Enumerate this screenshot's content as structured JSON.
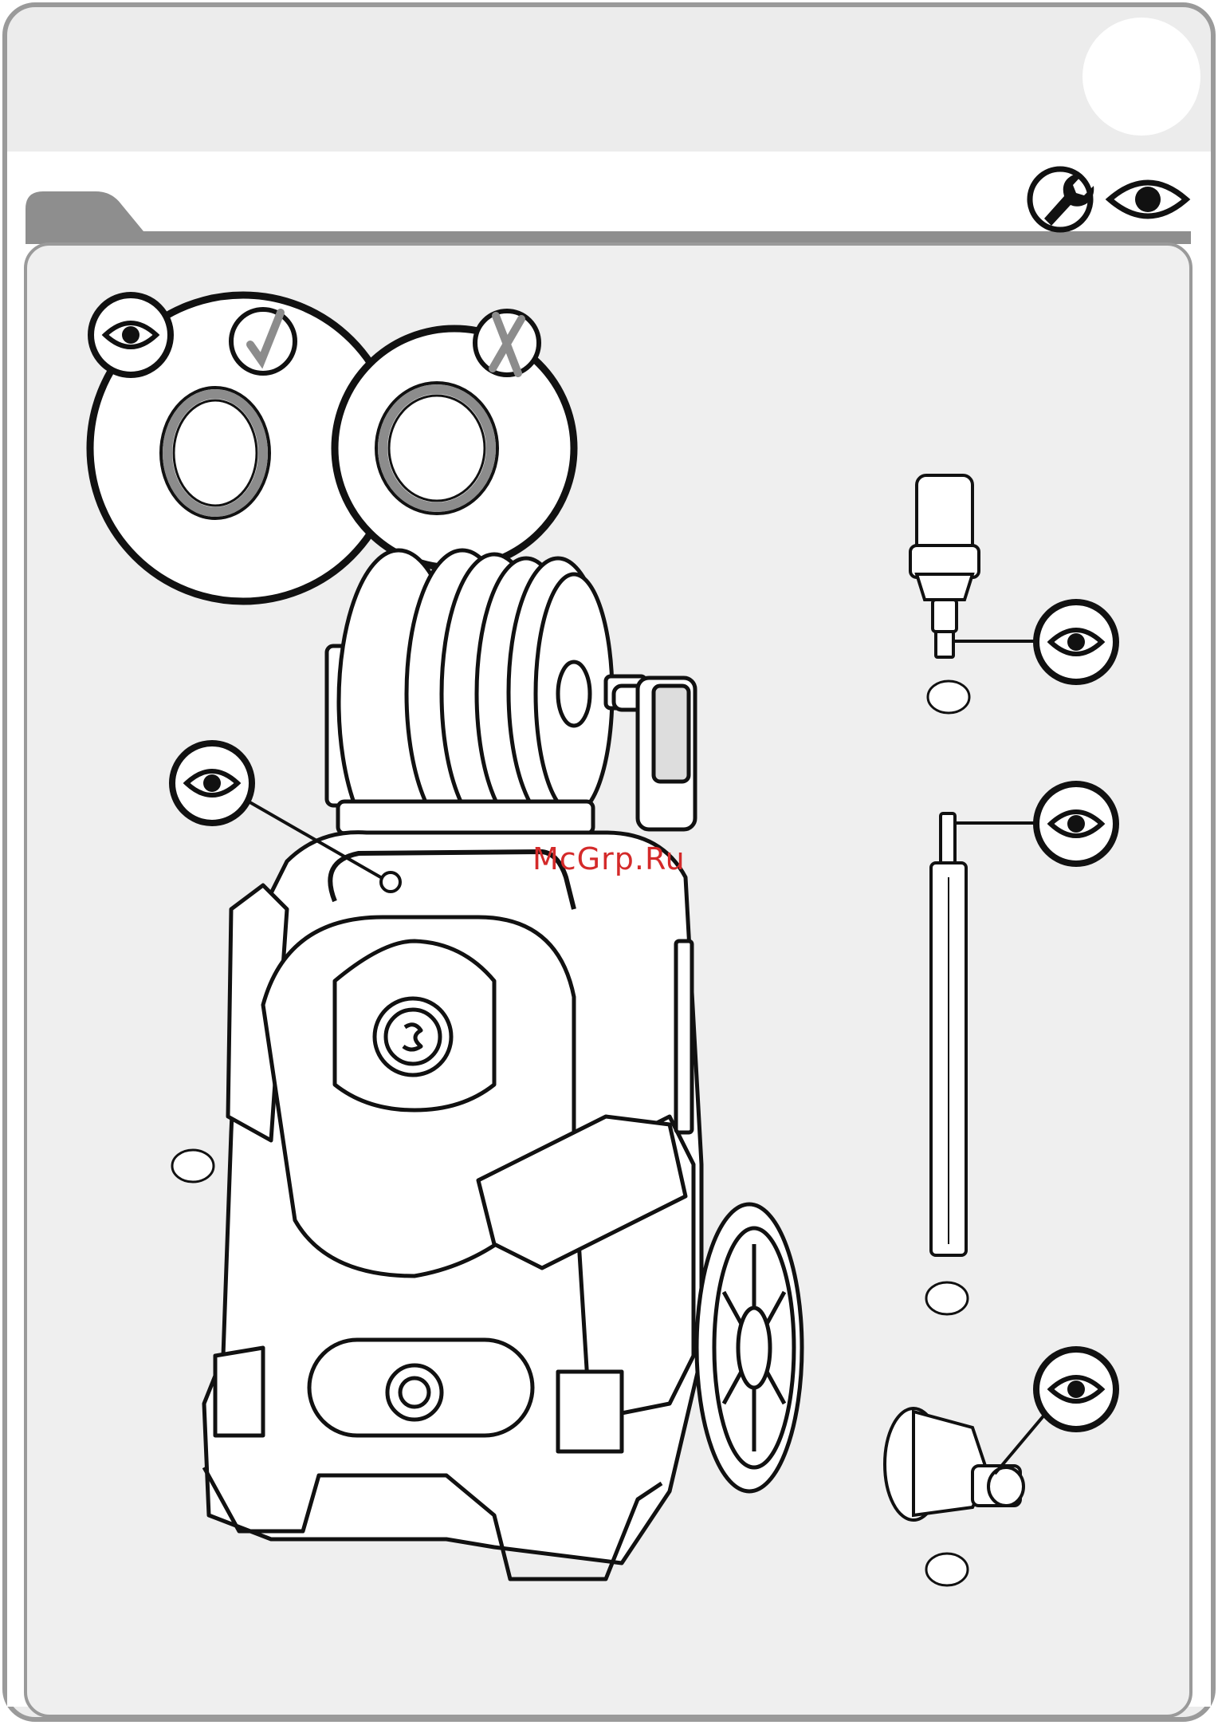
{
  "watermark": "McGrp.Ru",
  "section_icons": [
    "wrench-icon",
    "eye-icon"
  ],
  "callout_icons": [
    "eye-icon",
    "check-icon",
    "cross-icon"
  ],
  "parts": [
    "pressure-washer",
    "trigger-gun",
    "lance",
    "connector"
  ],
  "colors": {
    "page": "#efefef",
    "line": "#1a1a1a",
    "gasket": "#8c8c8c",
    "watermark": "#d42a2a"
  }
}
